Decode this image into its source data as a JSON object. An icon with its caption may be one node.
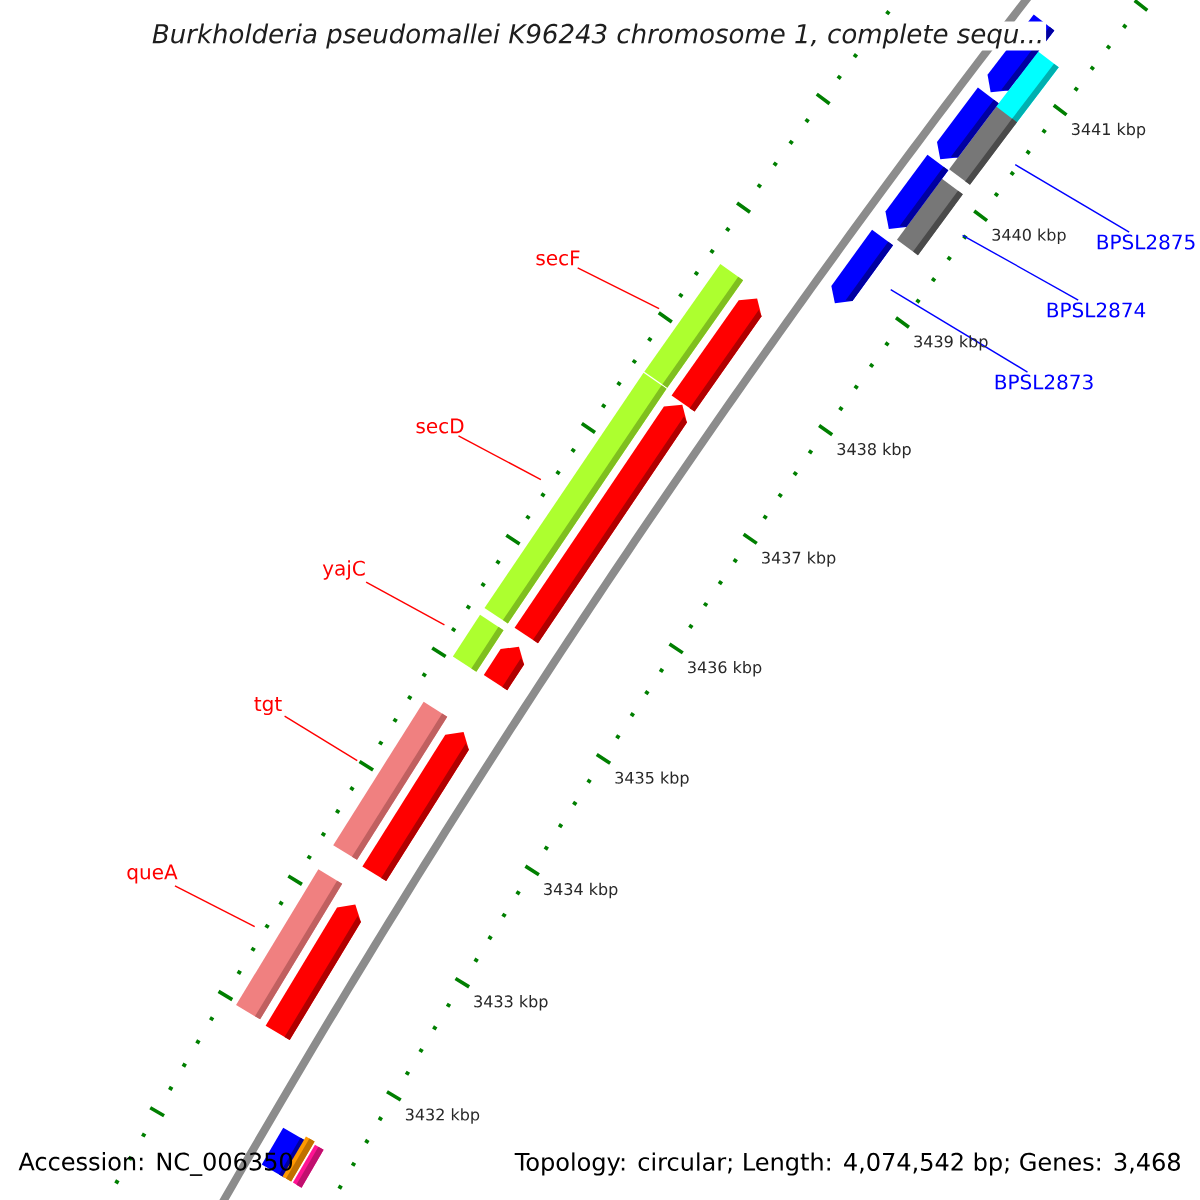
{
  "diagram": {
    "title": "Burkholderia pseudomallei K96243 chromosome 1, complete sequ...",
    "nodes": [
      {
        "text": [
          "secF"
        ]
      },
      {
        "text": [
          "secD"
        ]
      },
      {
        "text": [
          "yajC"
        ]
      },
      {
        "text": [
          "tgt"
        ]
      },
      {
        "text": [
          "queA"
        ]
      },
      {
        "text": [
          "BPSL2875"
        ]
      },
      {
        "text": [
          "BPSL2874"
        ]
      },
      {
        "text": [
          "BPSL2873"
        ]
      },
      {
        "text": [],
        "shape": "bar"
      },
      {
        "text": [],
        "shape": "pentagon"
      },
      {
        "text": [],
        "shape": "bar"
      },
      {
        "text": [],
        "shape": "pentagon"
      },
      {
        "text": [],
        "shape": "bar"
      },
      {
        "text": [],
        "shape": "pentagon"
      },
      {
        "text": [],
        "shape": "pentagon"
      },
      {
        "text": [],
        "shape": "bar"
      },
      {
        "text": [],
        "shape": "pentagon"
      },
      {
        "text": [],
        "shape": "bar"
      },
      {
        "text": [],
        "shape": "pentagon"
      },
      {
        "text": [],
        "shape": "bar"
      },
      {
        "text": [],
        "shape": "pentagon"
      },
      {
        "text": [],
        "shape": "bar"
      },
      {
        "text": [],
        "shape": "pentagon"
      },
      {
        "text": [],
        "shape": "bar"
      },
      {
        "text": [],
        "shape": "pentagon"
      },
      {
        "text": [],
        "shape": "bar"
      },
      {
        "text": [],
        "shape": "bar"
      },
      {
        "text": [],
        "shape": "bar"
      }
    ],
    "edges": [
      {
        "from": 0,
        "to": 15,
        "arrow": "none"
      },
      {
        "from": 1,
        "to": 17,
        "arrow": "none"
      },
      {
        "from": 2,
        "to": 19,
        "arrow": "none"
      },
      {
        "from": 3,
        "to": 21,
        "arrow": "none"
      },
      {
        "from": 4,
        "to": 23,
        "arrow": "none"
      },
      {
        "from": 5,
        "to": 10,
        "arrow": "none",
        "color": "#0000ff"
      },
      {
        "from": 6,
        "to": 12,
        "arrow": "none",
        "color": "#0000ff"
      },
      {
        "from": 7,
        "to": 14,
        "arrow": "none",
        "color": "#0000ff"
      }
    ],
    "labels": [
      "3441 kbp",
      "3440 kbp",
      "3439 kbp",
      "3438 kbp",
      "3437 kbp",
      "3436 kbp",
      "3435 kbp",
      "3434 kbp",
      "3433 kbp",
      "3432 kbp",
      "Accession: NC_006350",
      "Topology: circular; Length: 4,074,542 bp; Genes: 3,468"
    ]
  }
}
